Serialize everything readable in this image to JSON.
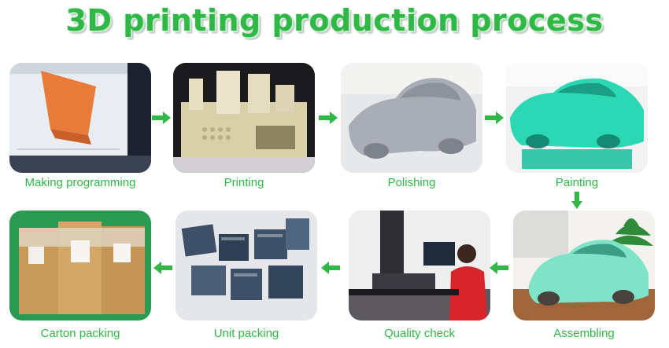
{
  "title": "3D printing production process",
  "colors": {
    "title": "#2fb845",
    "label": "#2fb845",
    "arrow": "#2fb845"
  },
  "steps": [
    {
      "label": "Making programming"
    },
    {
      "label": "Printing"
    },
    {
      "label": "Polishing"
    },
    {
      "label": "Painting"
    },
    {
      "label": "Assembling"
    },
    {
      "label": "Quality check"
    },
    {
      "label": "Unit packing"
    },
    {
      "label": "Carton packing"
    }
  ]
}
